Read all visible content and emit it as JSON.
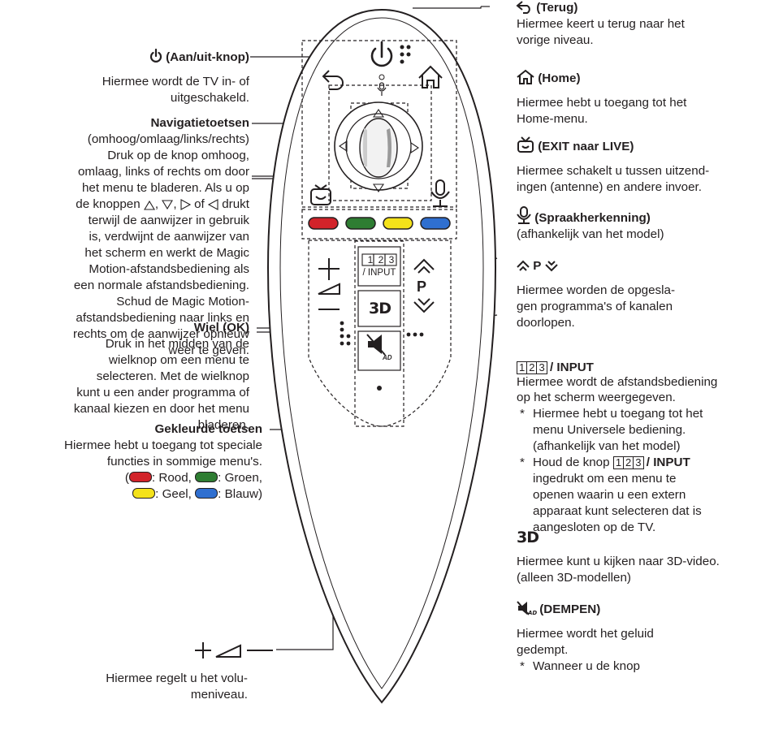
{
  "left": {
    "power": {
      "title": "(Aan/uit-knop)",
      "desc": [
        "Hiermee wordt de TV in- of",
        "uitgeschakeld."
      ]
    },
    "nav": {
      "title": "Navigatietoetsen",
      "desc": [
        "(omhoog/omlaag/links/rechts)",
        "Druk op de knop omhoog,",
        "omlaag, links of rechts om door",
        "het menu te bladeren. Als u op",
        "de knoppen",
        "drukt",
        "terwijl de aanwijzer in gebruik",
        "is, verdwijnt de aanwijzer van",
        "het scherm en werkt de Magic",
        "Motion-afstandsbediening als",
        "een normale afstandsbediening.",
        "Schud de Magic Motion-",
        "afstandsbediening naar links en",
        "rechts om de aanwijzer opnieuw",
        "weer te geven."
      ],
      "sep1": ",",
      "sep2": ",",
      "or_word": "of"
    },
    "wheel": {
      "title": "Wiel (OK)",
      "desc": [
        "Druk in het midden van de",
        "wielknop om een menu te",
        "selecteren. Met de wielknop",
        "kunt u een ander programma of",
        "kanaal kiezen en door het menu",
        "bladeren."
      ]
    },
    "colored": {
      "title": "Gekleurde toetsen",
      "desc": [
        "Hiermee hebt u toegang tot speciale",
        "functies in sommige menu's."
      ],
      "paren_open": "(",
      "paren_close": ")",
      "red": ": Rood,",
      "green": ": Groen,",
      "yellow": ": Geel,",
      "blue": ": Blauw"
    },
    "volume": {
      "desc": [
        "Hiermee regelt u het volu-",
        "meniveau."
      ]
    }
  },
  "right": {
    "back": {
      "title": "(Terug)",
      "desc": [
        "Hiermee keert u terug naar het",
        "vorige niveau."
      ]
    },
    "home": {
      "title": "(Home)",
      "desc": [
        "Hiermee hebt u toegang tot het",
        "Home-menu."
      ]
    },
    "exit": {
      "title": "(EXIT naar LIVE)",
      "desc": [
        "Hiermee schakelt u tussen uitzend-",
        "ingen (antenne) en andere invoer."
      ]
    },
    "voice": {
      "title": "(Spraakherkenning)",
      "desc": [
        "(afhankelijk van het model)"
      ]
    },
    "program": {
      "title": "P",
      "desc": [
        "Hiermee worden de opgesla-",
        "gen programma's of kanalen",
        "doorlopen."
      ]
    },
    "input": {
      "title": "/ INPUT",
      "desc": [
        "Hiermee wordt de afstandsbediening",
        "op het scherm weergegeven."
      ],
      "notes": [
        [
          "Hiermee hebt u toegang tot het",
          "menu Universele bediening.",
          "(afhankelijk van het model)"
        ],
        [
          "Houd de knop",
          "/ INPUT",
          "ingedrukt om een menu te",
          "openen waarin u een extern",
          "apparaat kunt selecteren dat is",
          "aangesloten op de TV."
        ]
      ]
    },
    "three_d": {
      "logo": "3D",
      "desc": [
        "Hiermee kunt u kijken naar 3D-video.",
        "(alleen 3D-modellen)"
      ]
    },
    "mute": {
      "title": "(DEMPEN)",
      "desc": [
        "Hiermee wordt het geluid",
        "gedempt."
      ],
      "note": "Wanneer u de knop"
    }
  },
  "remote": {
    "input_digits": [
      "1",
      "2",
      "3"
    ],
    "input_label": "/ INPUT",
    "p_label": "P",
    "three_d_label": "3D",
    "mute_sub": "AD"
  },
  "colors": {
    "red": "#d2232a",
    "green": "#2e7d32",
    "yellow": "#f4e21a",
    "blue": "#2f6fd0",
    "text": "#231f20"
  }
}
